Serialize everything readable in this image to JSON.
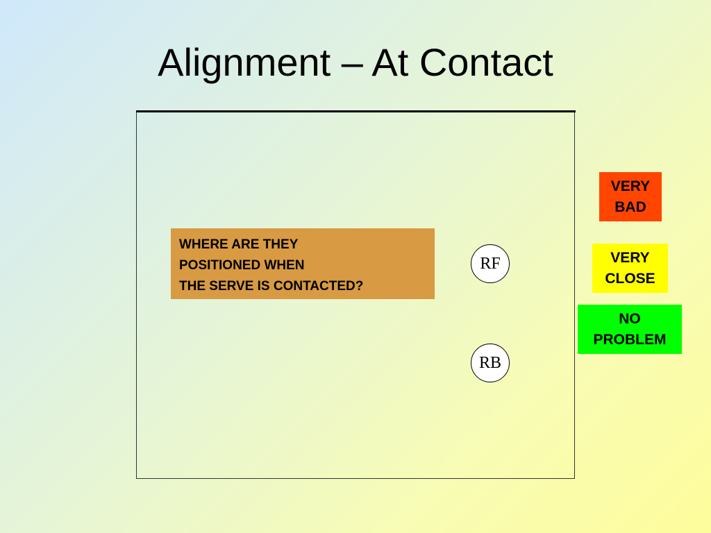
{
  "slide": {
    "title": "Alignment – At Contact"
  },
  "question": {
    "lines": [
      "WHERE ARE THEY",
      "POSITIONED WHEN",
      "THE SERVE IS CONTACTED?"
    ],
    "background_color": "#d89a42"
  },
  "players": {
    "rf": "RF",
    "rb": "RB"
  },
  "legend": {
    "very_bad": {
      "lines": [
        "VERY",
        "BAD"
      ],
      "color": "#ff4500"
    },
    "very_close": {
      "lines": [
        "VERY",
        "CLOSE"
      ],
      "color": "#ffff00"
    },
    "no_problem": {
      "lines": [
        "NO",
        "PROBLEM"
      ],
      "color": "#00ff00"
    }
  }
}
